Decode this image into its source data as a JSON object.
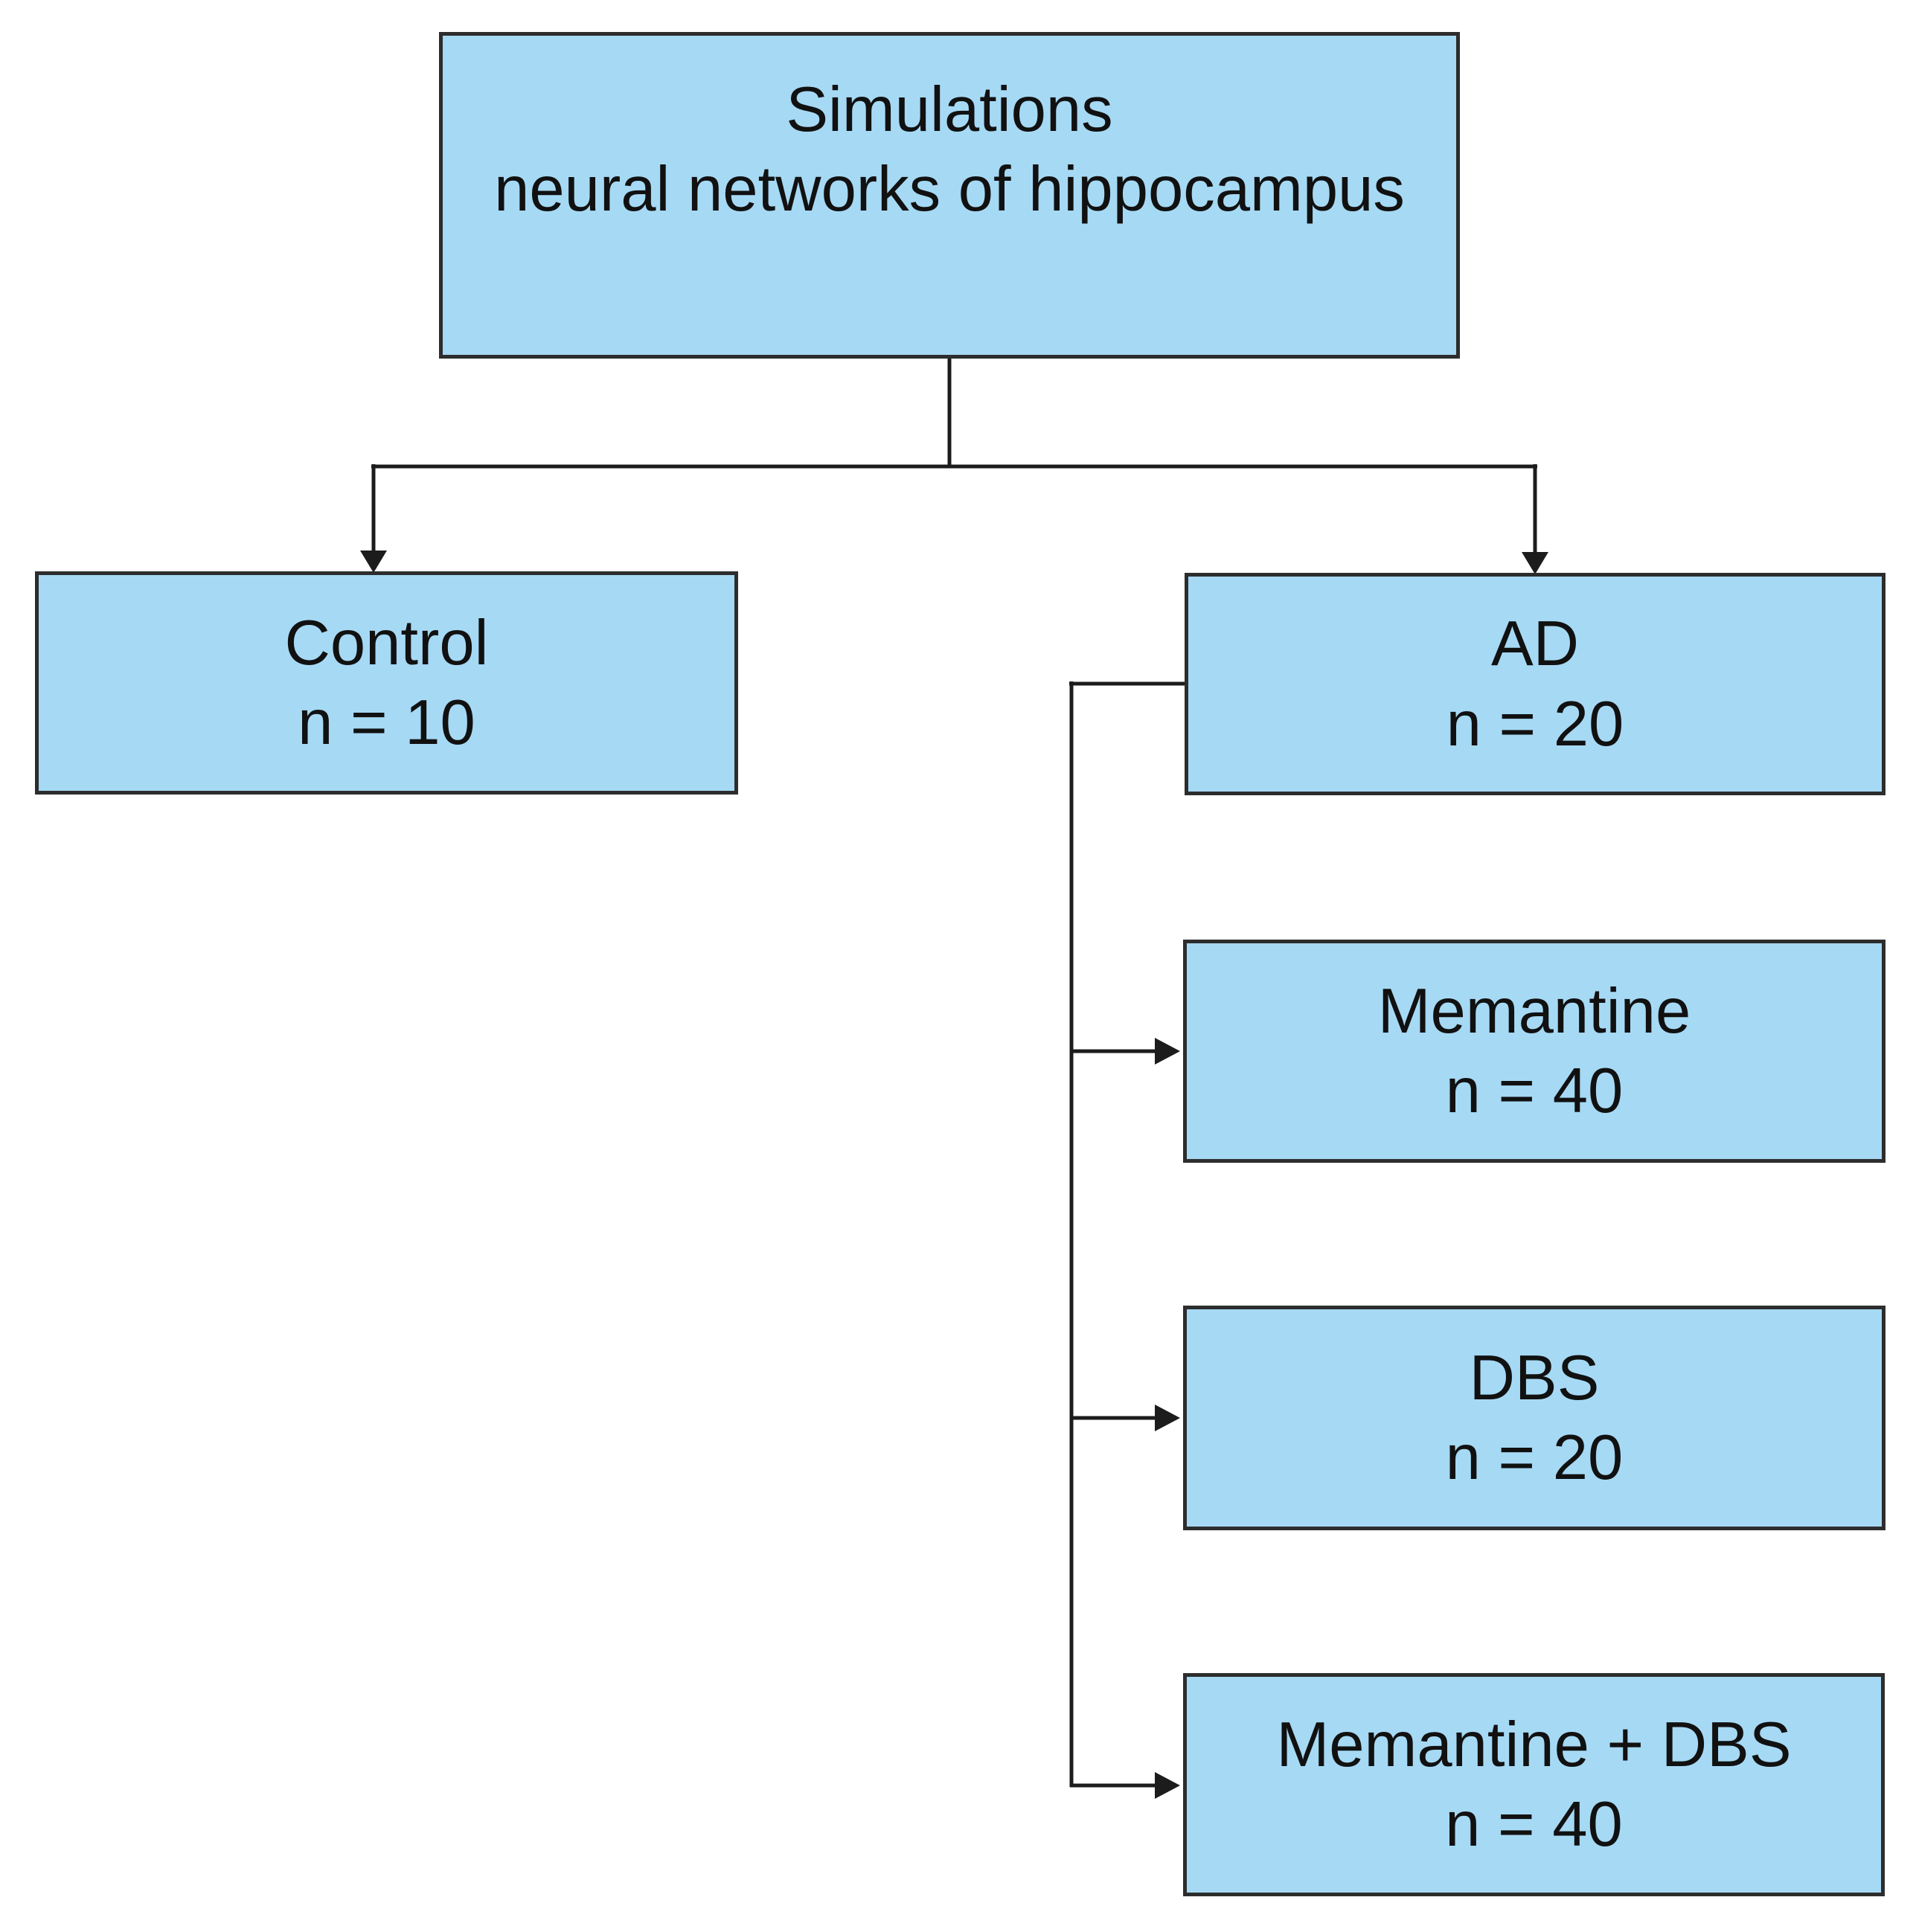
{
  "diagram": {
    "root": {
      "line1": "Simulations",
      "line2": "neural networks of hippocampus"
    },
    "nodes": {
      "control": {
        "label": "Control",
        "count": "n = 10"
      },
      "ad": {
        "label": "AD",
        "count": "n = 20"
      },
      "memantine": {
        "label": "Memantine",
        "count": "n = 40"
      },
      "dbs": {
        "label": "DBS",
        "count": "n = 20"
      },
      "memantine_dbs": {
        "label": "Memantine + DBS",
        "count": "n = 40"
      }
    },
    "colors": {
      "box_fill": "#a6d9f4",
      "box_border": "#2d2d2d",
      "connector": "#1c1c1c",
      "text": "#111111",
      "background": "#ffffff"
    }
  }
}
